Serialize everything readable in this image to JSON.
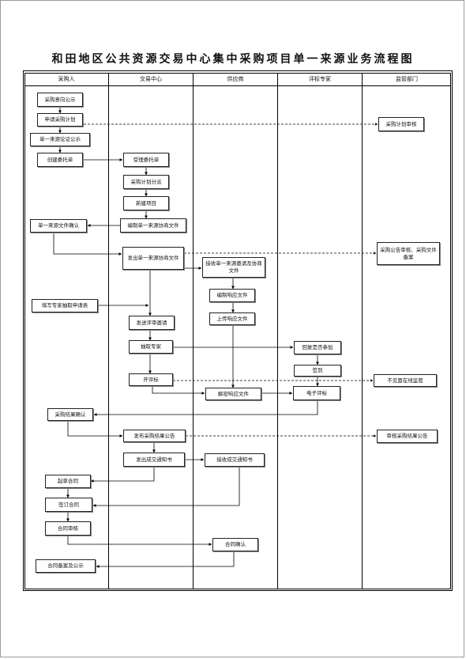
{
  "title": "和田地区公共资源交易中心集中采购项目单一来源业务流程图",
  "lanes": [
    "采购人",
    "交易中心",
    "供应商",
    "评标专家",
    "监管部门"
  ],
  "nodes": {
    "n1": "采购意向公示",
    "n2": "申请采购计划",
    "n3": "单一来源论证公示",
    "n4": "创建委托单",
    "n5": "采购计划审核",
    "n6": "受理委托单",
    "n7": "采购计划分派",
    "n8": "新建项目",
    "n9": "编制单一来源协商文件",
    "n10": "单一来源文件确认",
    "n11": "发出单一来源协商文件",
    "n12": "接收单一来源邀请及协商文件",
    "n13": "采购公告审核、采购文件备案",
    "n14": "编制响应文件",
    "n15": "填写专家抽取申请表",
    "n16": "上传响应文件",
    "n17": "发送评审邀请",
    "n18": "抽取专家",
    "n19": "回复是否参加",
    "n20": "签到",
    "n21": "开评标",
    "n22": "不见面在线监管",
    "n23": "解密响应文件",
    "n24": "电子评标",
    "n25": "采购结果确认",
    "n26": "发布采购结果公告",
    "n27": "审核采购结果公告",
    "n28": "发出成交通知书",
    "n29": "接收成交通知书",
    "n30": "起草合同",
    "n31": "签订合同",
    "n32": "合同审核",
    "n33": "合同确认",
    "n34": "合同备案及公示"
  }
}
